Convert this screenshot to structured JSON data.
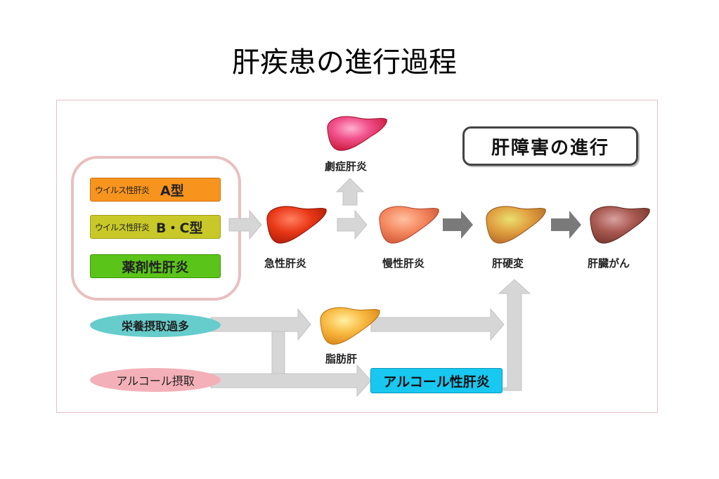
{
  "title": "肝疾患の進行過程",
  "badge": "肝障害の進行",
  "causes": {
    "viral_a_small": "ウイルス性肝炎",
    "viral_a_type": "A型",
    "viral_bc_small": "ウイルス性肝炎",
    "viral_bc_type": "B・C型",
    "drug": "薬剤性肝炎"
  },
  "stages": {
    "fulminant": "劇症肝炎",
    "acute": "急性肝炎",
    "chronic": "慢性肝炎",
    "cirrhosis": "肝硬変",
    "cancer": "肝臓がん",
    "fatty": "脂肪肝"
  },
  "lifestyle": {
    "nutrition": "栄養摂取過多",
    "alcohol": "アルコール摂取",
    "alcoholic_hepatitis": "アルコール性肝炎"
  },
  "colors": {
    "viral_a": "#f7941d",
    "viral_bc": "#c8c828",
    "drug": "#5ac418",
    "nutrition_oval": "#66cccc",
    "alcohol_oval": "#f4b0b8",
    "alcoholic_box": "#18c8f0",
    "arrow_light": "#d6d6d6",
    "arrow_dark": "#7a7a7a"
  }
}
